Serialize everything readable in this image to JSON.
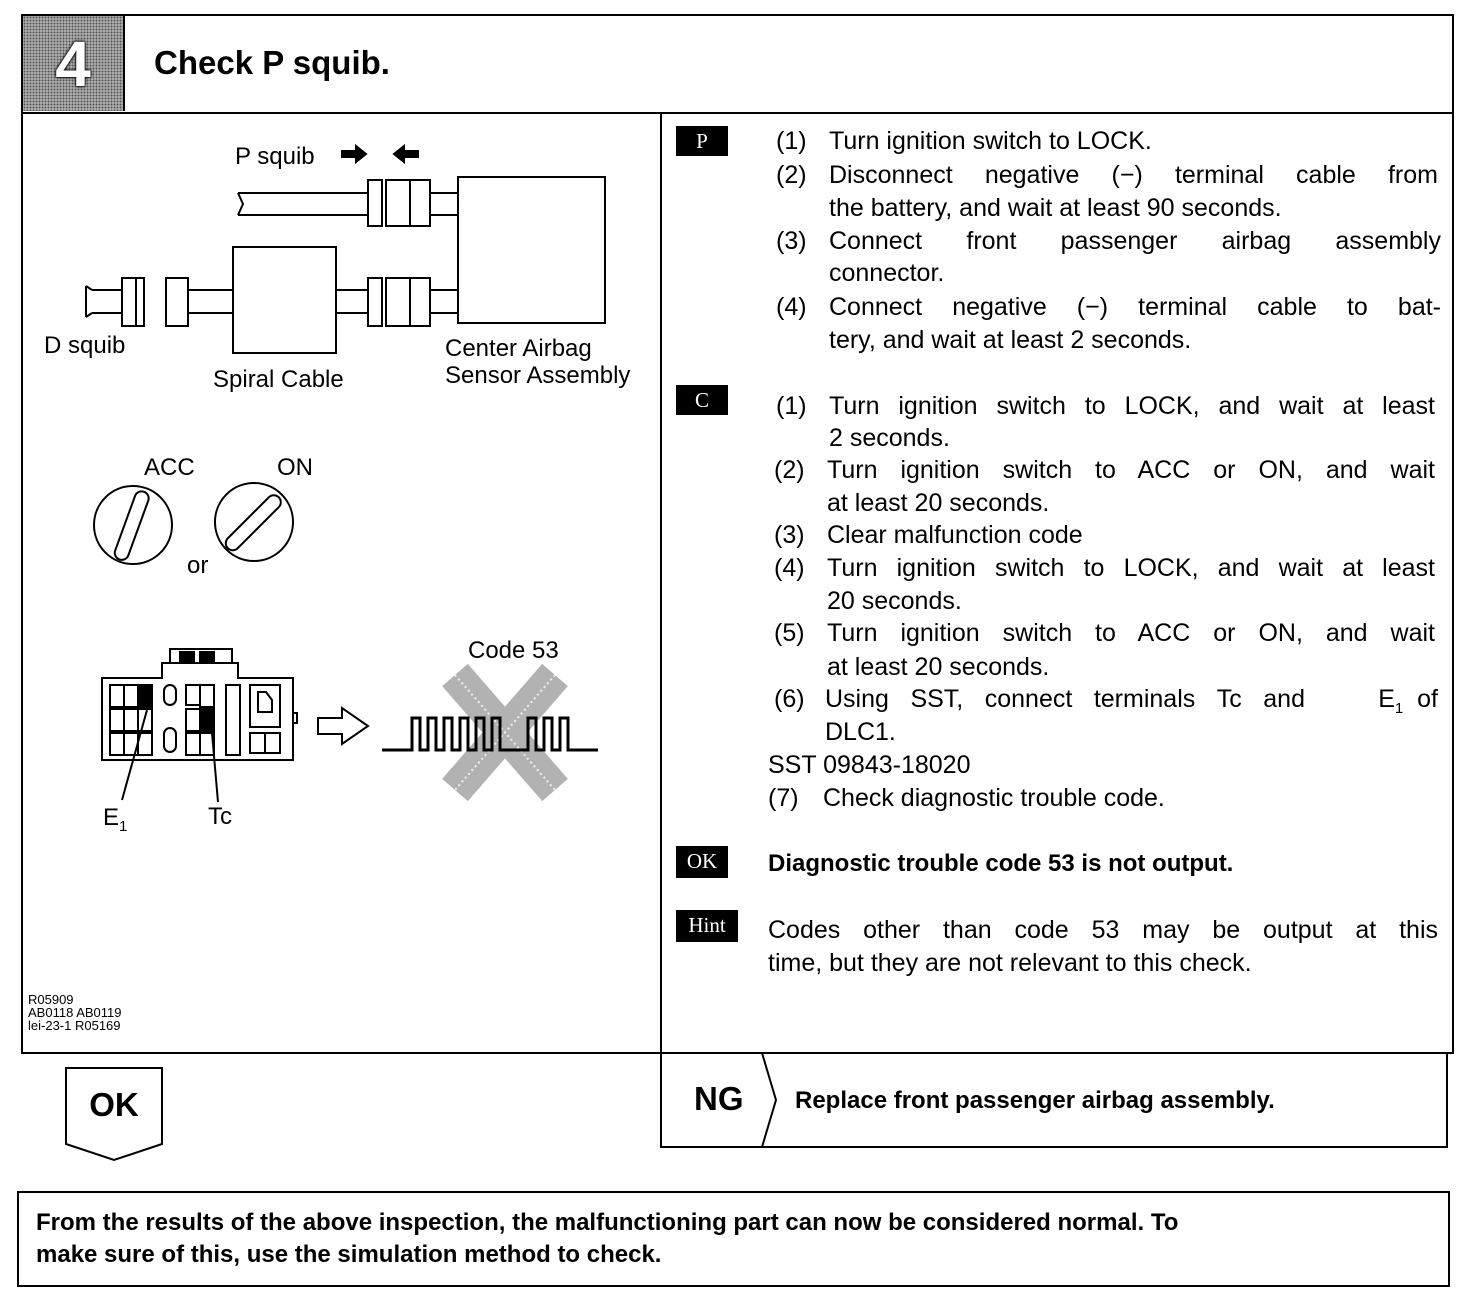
{
  "step": {
    "number": "4",
    "title": "Check P squib."
  },
  "figure": {
    "p_squib_label": "P squib",
    "d_squib_label": "D squib",
    "spiral_cable_label": "Spiral Cable",
    "center_sensor_label_line1": "Center Airbag",
    "center_sensor_label_line2": "Sensor Assembly",
    "acc_label": "ACC",
    "on_label": "ON",
    "or_label": "or",
    "code_label": "Code 53",
    "e1_label": "E",
    "e1_sub": "1",
    "tc_label": "Tc",
    "ref_line1": "R05909",
    "ref_line2": "AB0118  AB0119",
    "ref_line3": "lei-23-1  R05169"
  },
  "procedure_p": {
    "tag": "P",
    "steps": [
      {
        "num": "(1)",
        "lines": [
          "Turn ignition switch to LOCK."
        ]
      },
      {
        "num": "(2)",
        "lines": [
          "Disconnect negative (−) terminal cable from",
          "the battery, and wait at least 90 seconds."
        ]
      },
      {
        "num": "(3)",
        "lines": [
          "Connect front passenger airbag assembly",
          "connector."
        ]
      },
      {
        "num": "(4)",
        "lines": [
          "Connect negative (−) terminal cable to bat-",
          "tery, and wait at least 2 seconds."
        ]
      }
    ]
  },
  "procedure_c": {
    "tag": "C",
    "steps": [
      {
        "num": "(1)",
        "lines": [
          "Turn ignition switch to LOCK, and wait at least",
          "2 seconds."
        ]
      },
      {
        "num": "(2)",
        "lines": [
          "Turn ignition switch to ACC or ON, and wait",
          "at least 20 seconds."
        ]
      },
      {
        "num": "(3)",
        "lines": [
          "Clear malfunction code"
        ]
      },
      {
        "num": "(4)",
        "lines": [
          "Turn ignition switch to LOCK, and wait at least",
          "20 seconds."
        ]
      },
      {
        "num": "(5)",
        "lines": [
          "Turn ignition switch to ACC or ON, and wait",
          "at least 20 seconds."
        ]
      },
      {
        "num": "(6)",
        "lines": [
          "Using SST, connect terminals Tc and E",
          "DLC1."
        ],
        "sub": "1",
        "tail": " of"
      },
      {
        "num": "",
        "lines": [
          "SST 09843-18020"
        ]
      },
      {
        "num": "(7)",
        "lines": [
          "Check diagnostic trouble code."
        ]
      }
    ]
  },
  "ok_result": {
    "tag": "OK",
    "text": "Diagnostic trouble code 53 is not output."
  },
  "hint": {
    "tag": "Hint",
    "lines": [
      "Codes other than code 53 may be output at this",
      "time, but they are not relevant to this check."
    ]
  },
  "ok_branch": {
    "label": "OK"
  },
  "ng_branch": {
    "label": "NG",
    "action": "Replace front passenger airbag assembly."
  },
  "footer": {
    "lines": [
      "From the results of the above inspection, the malfunctioning part can now be considered normal. To",
      "make sure of this, use the simulation method to check."
    ]
  }
}
